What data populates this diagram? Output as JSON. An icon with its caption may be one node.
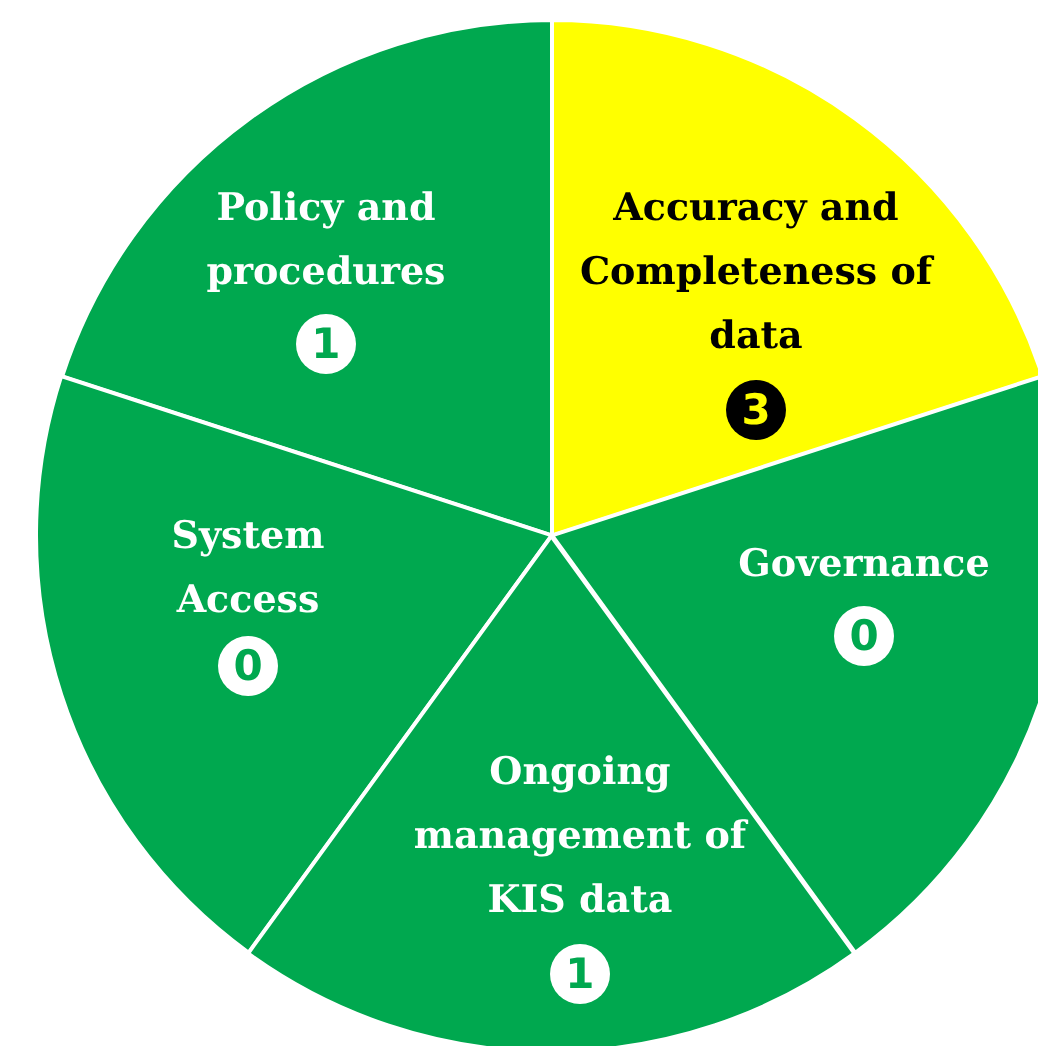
{
  "diagram": {
    "nodes": [
      {
        "text": [
          "Policy and procedures",
          "1"
        ]
      },
      {
        "text": [
          "Accuracy and Completeness of data",
          "3"
        ]
      },
      {
        "text": [
          "System Access",
          "0"
        ]
      },
      {
        "text": [
          "Governance",
          "0"
        ]
      },
      {
        "text": [
          "Ongoing management of KIS data",
          "1"
        ]
      }
    ]
  }
}
